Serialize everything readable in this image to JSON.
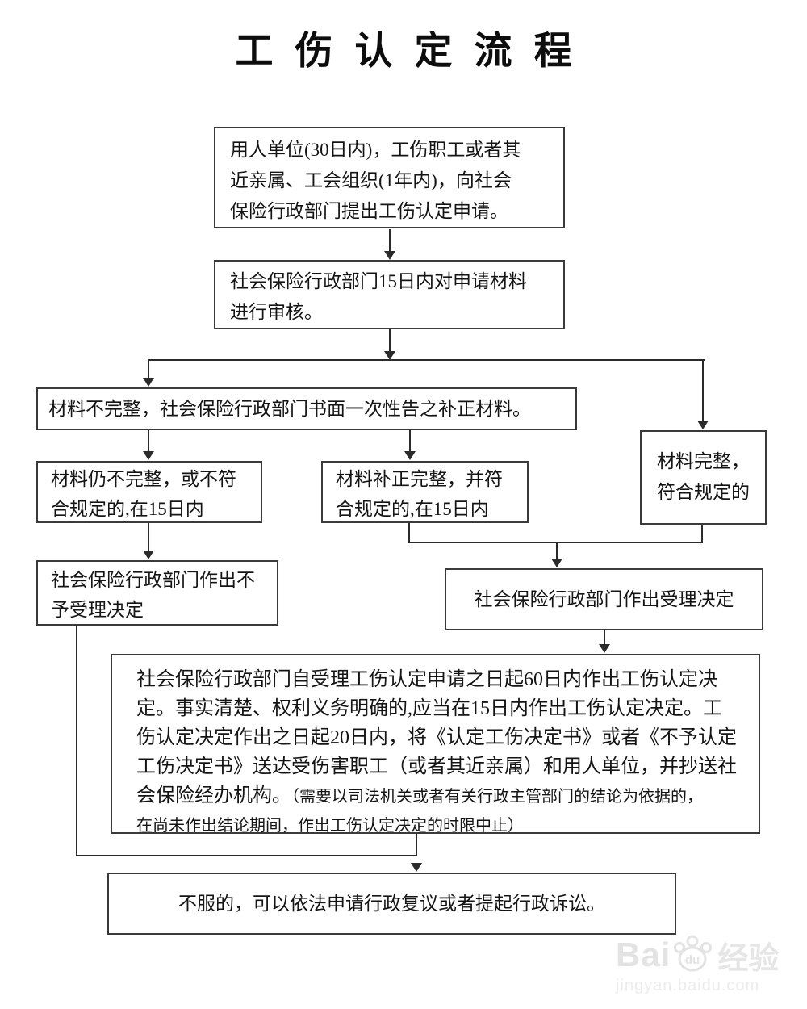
{
  "title": "工伤认定流程",
  "nodes": {
    "apply": {
      "lines": [
        "用人单位(30日内)，工伤职工或者其",
        "近亲属、工会组织(1年内)，向社会",
        "保险行政部门提出工伤认定申请。"
      ]
    },
    "review": {
      "lines": [
        "社会保险行政部门15日内对申请材料",
        "进行审核。"
      ]
    },
    "incomplete_notice": {
      "text": "材料不完整，社会保险行政部门书面一次性告之补正材料。"
    },
    "still_incomplete": {
      "text": "材料仍不完整，或不符合规定的,在15日内"
    },
    "corrected": {
      "text": "材料补正完整，并符合规定的,在15日内"
    },
    "complete": {
      "lines": [
        "材料完整，",
        "符合规定的"
      ]
    },
    "reject": {
      "text": "社会保险行政部门作出不予受理决定"
    },
    "accept": {
      "text": "社会保险行政部门作出受理决定"
    },
    "decision": {
      "lines": [
        "社会保险行政部门自受理工伤认定申请之日起60日内作出工伤认定决",
        "定。事实清楚、权利义务明确的,应当在15日内作出工伤认定决定。工",
        "伤认定决定作出之日起20日内，将《认定工伤决定书》或者《不予认定",
        "工伤决定书》送达受伤害职工（或者其近亲属）和用人单位，并抄送社"
      ],
      "line5_main": "会保险经办机构。",
      "line5_note": "（需要以司法机关或者有关行政主管部门的结论为依据的，",
      "line6_note": "在尚未作出结论期间，作出工伤认定决定的时限中止）"
    },
    "appeal": {
      "text": "不服的，可以依法申请行政复议或者提起行政诉讼。"
    }
  },
  "edges": [
    {
      "from": "apply",
      "to": "review"
    },
    {
      "from": "review",
      "to": "incomplete_notice"
    },
    {
      "from": "review",
      "to": "complete"
    },
    {
      "from": "incomplete_notice",
      "to": "still_incomplete"
    },
    {
      "from": "incomplete_notice",
      "to": "corrected"
    },
    {
      "from": "still_incomplete",
      "to": "reject"
    },
    {
      "from": "corrected",
      "to": "accept"
    },
    {
      "from": "complete",
      "to": "accept"
    },
    {
      "from": "accept",
      "to": "decision"
    },
    {
      "from": "decision",
      "to": "appeal"
    },
    {
      "from": "reject",
      "to": "appeal"
    }
  ],
  "watermark": {
    "brand_left": "Bai",
    "brand_mid": "du",
    "brand_right": "经验",
    "url": "jingyan.baidu.com"
  },
  "colors": {
    "line": "#2b2b2b",
    "border": "#3a3a3a",
    "text": "#141414",
    "background": "#ffffff",
    "watermark": "#e6e6e6"
  }
}
